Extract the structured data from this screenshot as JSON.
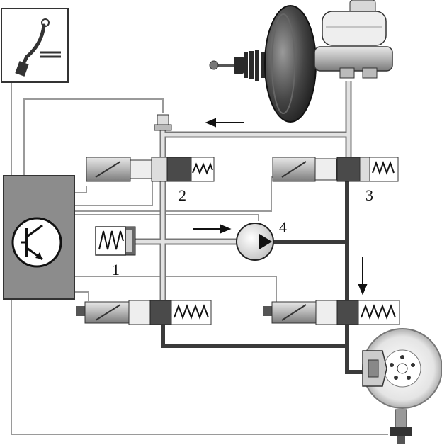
{
  "labels": {
    "check_valve": "1",
    "inlet_valve": "2",
    "outlet_valve": "3",
    "pump": "4"
  },
  "icons": {
    "pedal": "brake-pedal-icon",
    "ecu": "ecu-transistor-icon",
    "flow": "arrow-icon"
  },
  "colors": {
    "pipe_light": "#c8c8c8",
    "pipe_dark": "#3a3a3a",
    "ecu_body": "#8c8c8c",
    "wire": "#9a9a9a",
    "valve_grey": "#bdbdbd",
    "valve_dark": "#4a4a4a"
  }
}
